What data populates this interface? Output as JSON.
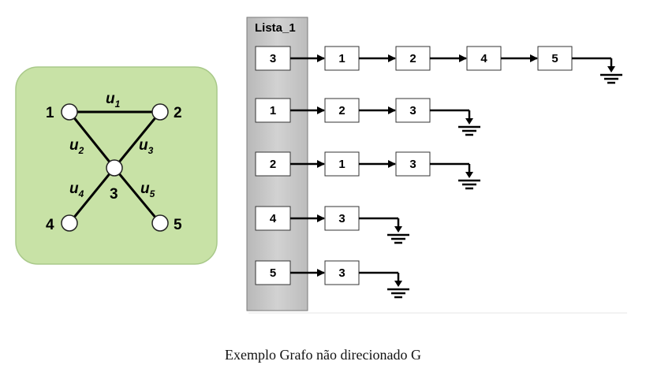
{
  "graph": {
    "background_color": "#c8e2a6",
    "vertices": [
      {
        "id": "1",
        "label": "1"
      },
      {
        "id": "2",
        "label": "2"
      },
      {
        "id": "3",
        "label": "3"
      },
      {
        "id": "4",
        "label": "4"
      },
      {
        "id": "5",
        "label": "5"
      }
    ],
    "edges": [
      {
        "from": "1",
        "to": "2",
        "label": "u",
        "sub": "1"
      },
      {
        "from": "1",
        "to": "3",
        "label": "u",
        "sub": "2"
      },
      {
        "from": "2",
        "to": "3",
        "label": "u",
        "sub": "3"
      },
      {
        "from": "4",
        "to": "3",
        "label": "u",
        "sub": "4"
      },
      {
        "from": "5",
        "to": "3",
        "label": "u",
        "sub": "5"
      }
    ]
  },
  "adjacency": {
    "title": "Lista_1",
    "panel_color": "#c8c8c8",
    "rows": [
      {
        "head": "3",
        "neighbors": [
          "1",
          "2",
          "4",
          "5"
        ]
      },
      {
        "head": "1",
        "neighbors": [
          "2",
          "3"
        ]
      },
      {
        "head": "2",
        "neighbors": [
          "1",
          "3"
        ]
      },
      {
        "head": "4",
        "neighbors": [
          "3"
        ]
      },
      {
        "head": "5",
        "neighbors": [
          "3"
        ]
      }
    ]
  },
  "caption": "Exemplo Grafo  não direcionado G"
}
